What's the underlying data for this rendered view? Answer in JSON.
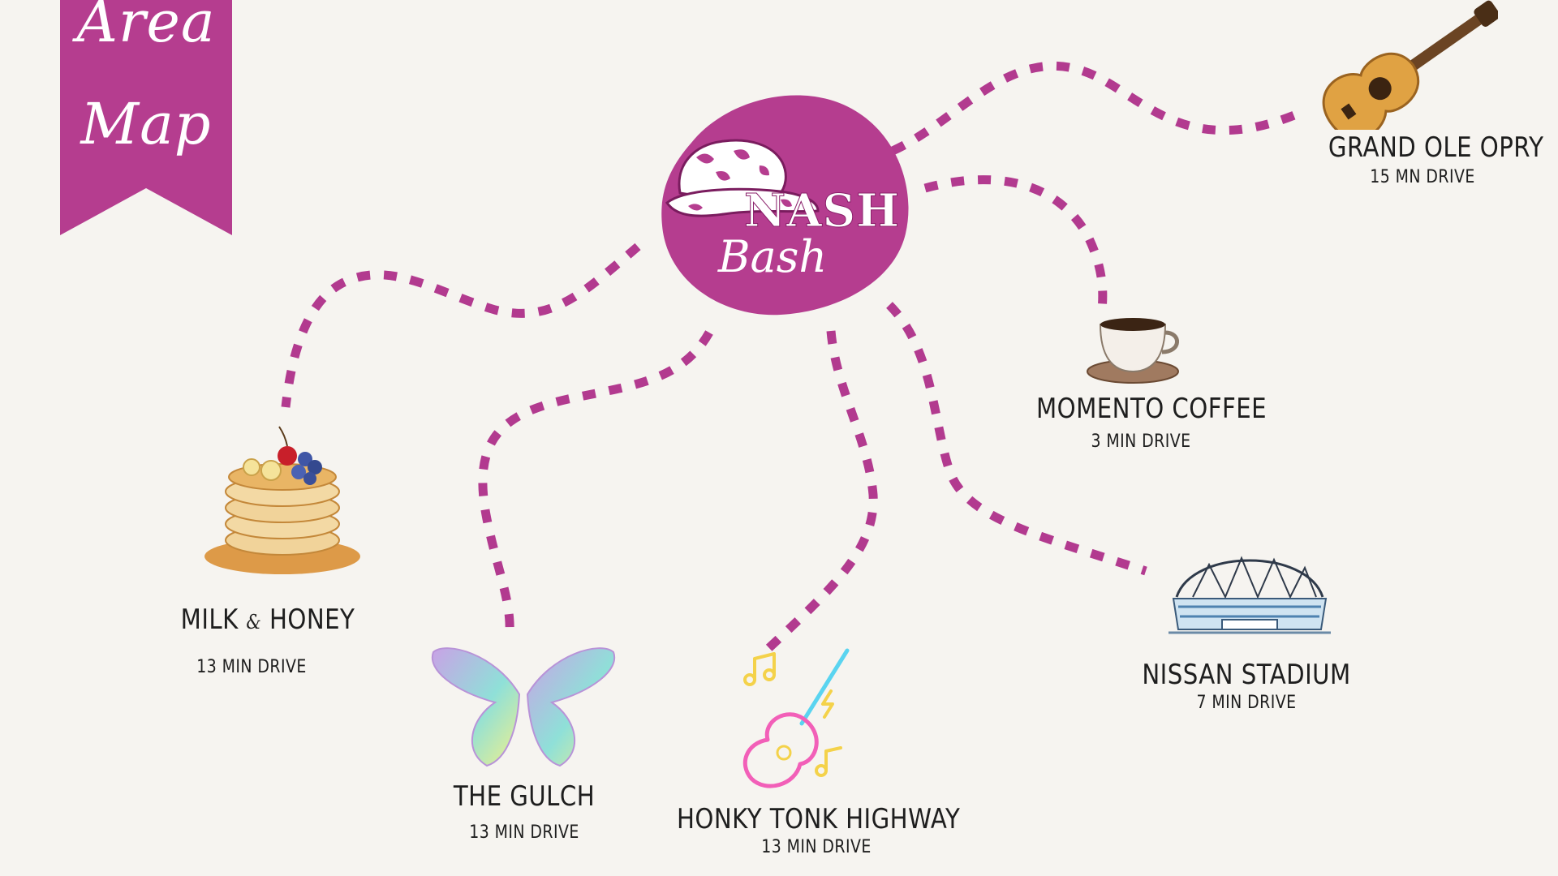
{
  "banner": {
    "line1": "Area",
    "line2": "Map",
    "color": "#b53d8f"
  },
  "logo": {
    "main": "NASH",
    "script": "Bash",
    "color": "#b53d8f",
    "icon": "cowboy-hat-icon"
  },
  "route_color": "#b23a8f",
  "locations": [
    {
      "id": "grand-ole-opry",
      "name": "GRAND OLE OPRY",
      "drive": "15 MN DRIVE",
      "icon": "acoustic-guitar-icon"
    },
    {
      "id": "momento-coffee",
      "name": "MOMENTO COFFEE",
      "drive": "3 MIN DRIVE",
      "icon": "coffee-cup-icon"
    },
    {
      "id": "milk-and-honey",
      "name_part1": "MILK",
      "name_amp": "&",
      "name_part2": "HONEY",
      "drive": "13 MIN DRIVE",
      "icon": "pancakes-icon"
    },
    {
      "id": "the-gulch",
      "name": "THE GULCH",
      "drive": "13 MIN DRIVE",
      "icon": "butterfly-wings-icon"
    },
    {
      "id": "honky-tonk-highway",
      "name": "HONKY TONK HIGHWAY",
      "drive": "13 MIN DRIVE",
      "icon": "neon-guitar-icon"
    },
    {
      "id": "nissan-stadium",
      "name": "NISSAN STADIUM",
      "drive": "7 MIN DRIVE",
      "icon": "stadium-icon"
    }
  ]
}
